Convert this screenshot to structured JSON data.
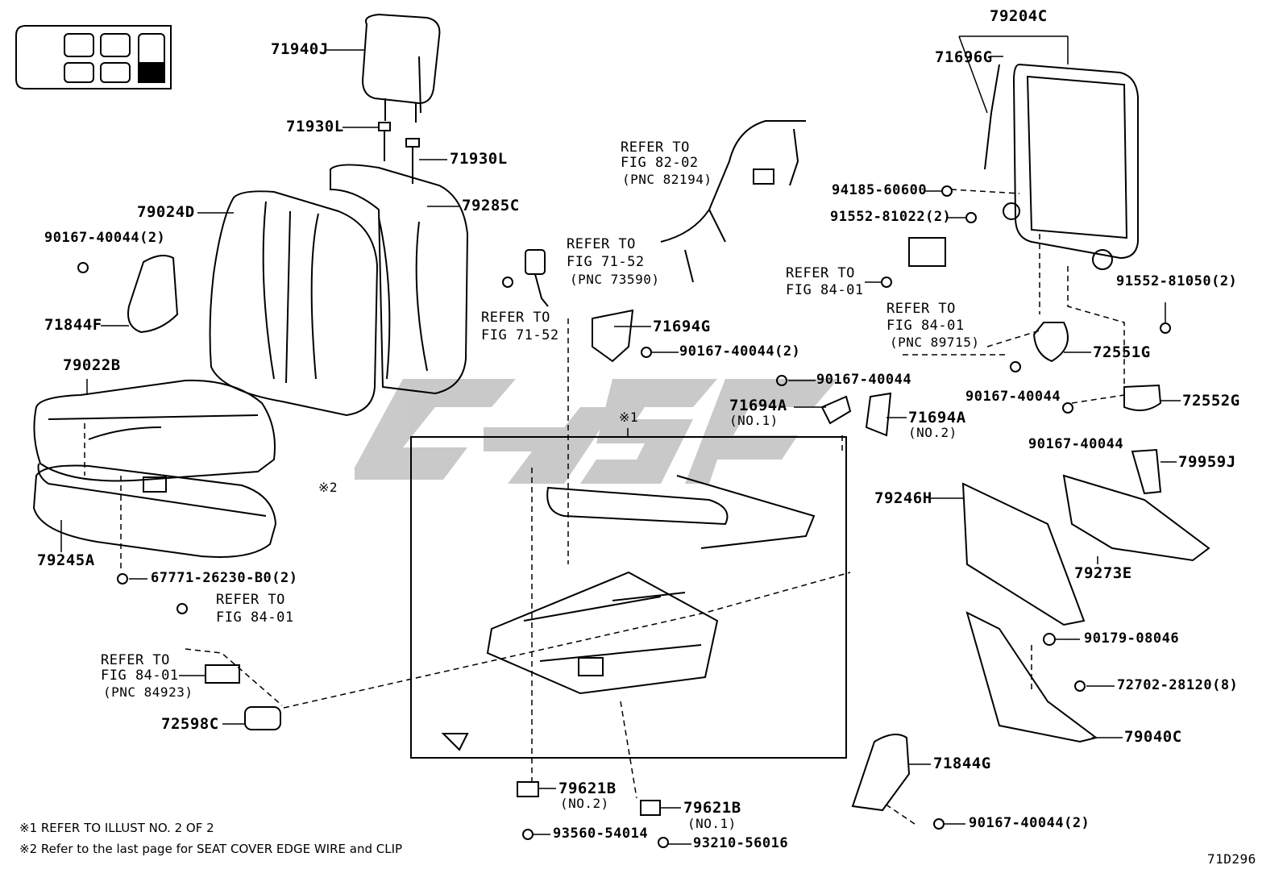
{
  "diagram_code": "71D296",
  "watermark": "cnge",
  "notes": [
    "※1 REFER TO ILLUST NO. 2 OF 2",
    "※2 Refer to the last page for SEAT COVER EDGE WIRE and CLIP"
  ],
  "callouts": {
    "c1": "71940J",
    "c2": "71930L",
    "c3": "71930L",
    "c4": "79285C",
    "c5": "79024D",
    "c6": "90167-40044(2)",
    "c7": "71844F",
    "c8": "79022B",
    "c9": "79245A",
    "c10": "※2",
    "c11": "67771-26230-B0(2)",
    "c12": "REFER TO",
    "c13": "FIG 84-01",
    "c14": "REFER TO",
    "c15": "FIG 84-01",
    "c16": "(PNC 84923)",
    "c17": "72598C",
    "c18": "REFER TO",
    "c19": "FIG 82-02",
    "c20": "(PNC 82194)",
    "c21": "REFER TO",
    "c22": "FIG 71-52",
    "c23": "(PNC 73590)",
    "c24": "REFER TO",
    "c25": "FIG 71-52",
    "c26": "71694G",
    "c27": "90167-40044(2)",
    "c28": "90167-40044",
    "c29": "71694A",
    "c30": "(NO.1)",
    "c31": "71694A",
    "c32": "(NO.2)",
    "c33": "※1",
    "c34": "79621B",
    "c35": "(NO.2)",
    "c36": "93560-54014",
    "c37": "79621B",
    "c38": "(NO.1)",
    "c39": "93210-56016",
    "c40": "79204C",
    "c41": "71696G",
    "c42": "94185-60600",
    "c43": "91552-81022(2)",
    "c44": "REFER TO",
    "c45": "FIG 84-01",
    "c46": "REFER TO",
    "c47": "FIG 84-01",
    "c48": "(PNC 89715)",
    "c49": "91552-81050(2)",
    "c50": "72551G",
    "c51": "90167-40044",
    "c52": "72552G",
    "c53": "90167-40044",
    "c54": "79959J",
    "c55": "79246H",
    "c56": "79273E",
    "c57": "90179-08046",
    "c58": "72702-28120(8)",
    "c59": "79040C",
    "c60": "71844G",
    "c61": "90167-40044(2)"
  }
}
